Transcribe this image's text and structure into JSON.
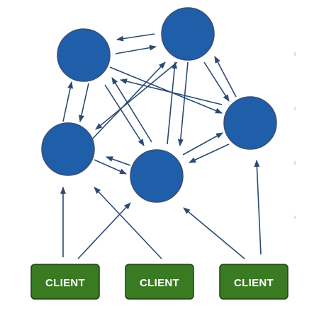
{
  "colors": {
    "node_fill": "#1f5ea8",
    "node_stroke": "#3a4f7a",
    "edge": "#2a4a73",
    "client_fill": "#3a7a22",
    "client_stroke": "#1f3f10",
    "client_text": "#ffffff"
  },
  "clients": [
    {
      "label": "CLIENT"
    },
    {
      "label": "CLIENT"
    },
    {
      "label": "CLIENT"
    }
  ]
}
